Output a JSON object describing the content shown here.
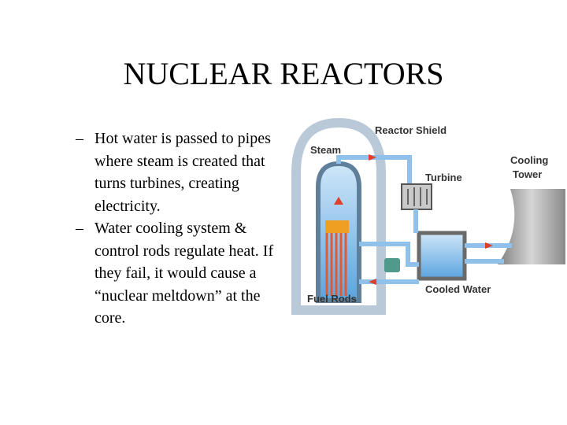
{
  "slide": {
    "title": "NUCLEAR REACTORS",
    "bullets": [
      {
        "dash": "–",
        "text": "Hot water is passed to pipes where steam is created that turns turbines, creating electricity."
      },
      {
        "dash": "–",
        "text": "Water cooling system & control rods regulate heat.  If they fail, it would cause a “nuclear meltdown” at the core."
      }
    ]
  },
  "diagram": {
    "labels": {
      "reactor_shield": "Reactor Shield",
      "steam": "Steam",
      "turbine": "Turbine",
      "cooling_tower_line1": "Cooling",
      "cooling_tower_line2": "Tower",
      "fuel_rods": "Fuel Rods",
      "cooled_water": "Cooled Water"
    },
    "colors": {
      "shield": "#b9c9d8",
      "vessel": "#5f7f9a",
      "water": "#5aa4e0",
      "pipe": "#8fc1ea",
      "arrow": "#e0402a",
      "fuel_rod": "#e05a35",
      "fuel_top": "#f0a020",
      "tower": "#9a9a9a",
      "pump": "#4f9a8a"
    }
  }
}
